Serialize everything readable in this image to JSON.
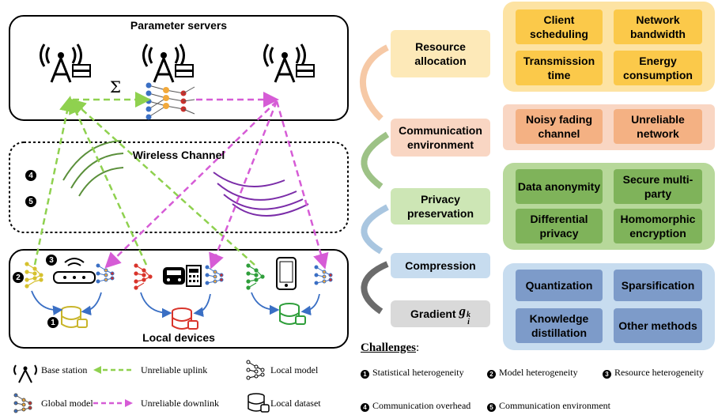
{
  "left": {
    "servers_title": "Parameter servers",
    "sigma": "Σ",
    "channel_title": "Wireless Channel",
    "devices_title": "Local devices",
    "badges": [
      "4",
      "5",
      "3",
      "2",
      "1"
    ]
  },
  "categories": {
    "resource": "Resource allocation",
    "communication": "Communication environment",
    "privacy": "Privacy preservation",
    "compression": "Compression",
    "gradient": "Gradient",
    "gradient_symbol": "g",
    "gradient_sup": "k",
    "gradient_sub": "i"
  },
  "tiles": {
    "resource": [
      "Client scheduling",
      "Network bandwidth",
      "Transmission time",
      "Energy consumption"
    ],
    "communication": [
      "Noisy fading channel",
      "Unreliable network"
    ],
    "privacy": [
      "Data anonymity",
      "Secure multi-party",
      "Differential privacy",
      "Homomorphic encryption"
    ],
    "compression": [
      "Quantization",
      "Sparsification",
      "Knowledge distillation",
      "Other methods"
    ]
  },
  "colors": {
    "resource_bg": "#fde3a3",
    "resource_tile": "#fbc94a",
    "comm_bg": "#f9d6c3",
    "comm_tile": "#f4b183",
    "privacy_bg": "#b7d89a",
    "privacy_tile": "#7fb35a",
    "compression_bg": "#c7dcef",
    "compression_tile": "#7d9bc9",
    "uplink": "#8fd14f",
    "downlink": "#d65cd6"
  },
  "legend": {
    "base_station": "Base station",
    "uplink": "Unreliable uplink",
    "local_model": "Local model",
    "global_model": "Global model",
    "downlink": "Unreliable downlink",
    "local_dataset": "Local dataset"
  },
  "challenges": {
    "title": "Challenges",
    "colon": ":",
    "items": [
      {
        "n": "1",
        "text": "Statistical heterogeneity"
      },
      {
        "n": "2",
        "text": "Model heterogeneity"
      },
      {
        "n": "3",
        "text": "Resource heterogeneity"
      },
      {
        "n": "4",
        "text": "Communication overhead"
      },
      {
        "n": "5",
        "text": "Communication environment"
      }
    ]
  }
}
